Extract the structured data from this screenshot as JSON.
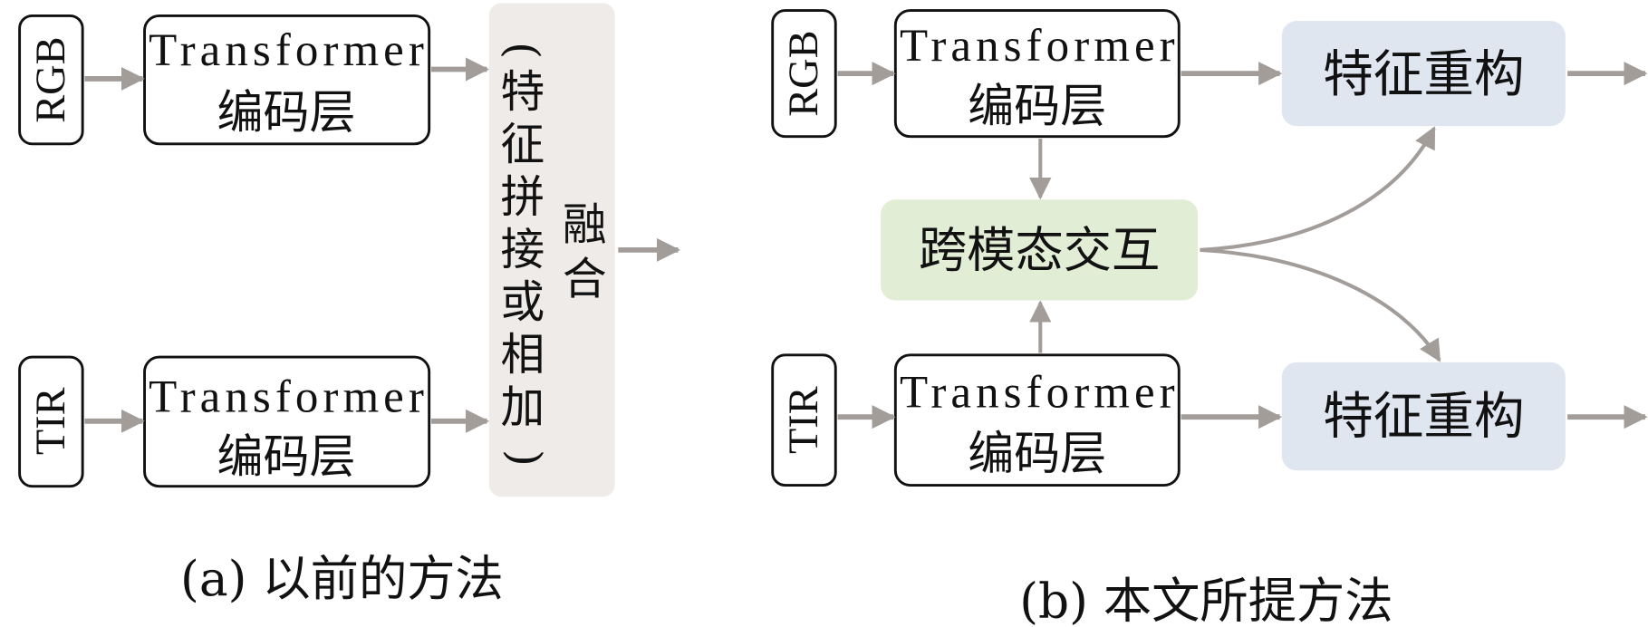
{
  "panel_a": {
    "rgb_label": "RGB",
    "tir_label": "TIR",
    "encoder_top": {
      "line1": "Transformer",
      "line2": "编码层"
    },
    "encoder_bottom": {
      "line1": "Transformer",
      "line2": "编码层"
    },
    "fusion_method": [
      "(",
      "特",
      "征",
      "拼",
      "接",
      "或",
      "相",
      "加",
      ")"
    ],
    "fusion_label": [
      "融",
      "合"
    ],
    "caption": "(a) 以前的方法"
  },
  "panel_b": {
    "rgb_label": "RGB",
    "tir_label": "TIR",
    "encoder_top": {
      "line1": "Transformer",
      "line2": "编码层"
    },
    "encoder_bottom": {
      "line1": "Transformer",
      "line2": "编码层"
    },
    "interaction": "跨模态交互",
    "reconstruct_top": "特征重构",
    "reconstruct_bottom": "特征重构",
    "caption": "(b) 本文所提方法"
  },
  "colors": {
    "arrow": "#a39d9a",
    "fusion_bg": "#efebe8",
    "interaction_bg": "#e2edd6",
    "reconstruct_bg": "#dfe6ef"
  }
}
